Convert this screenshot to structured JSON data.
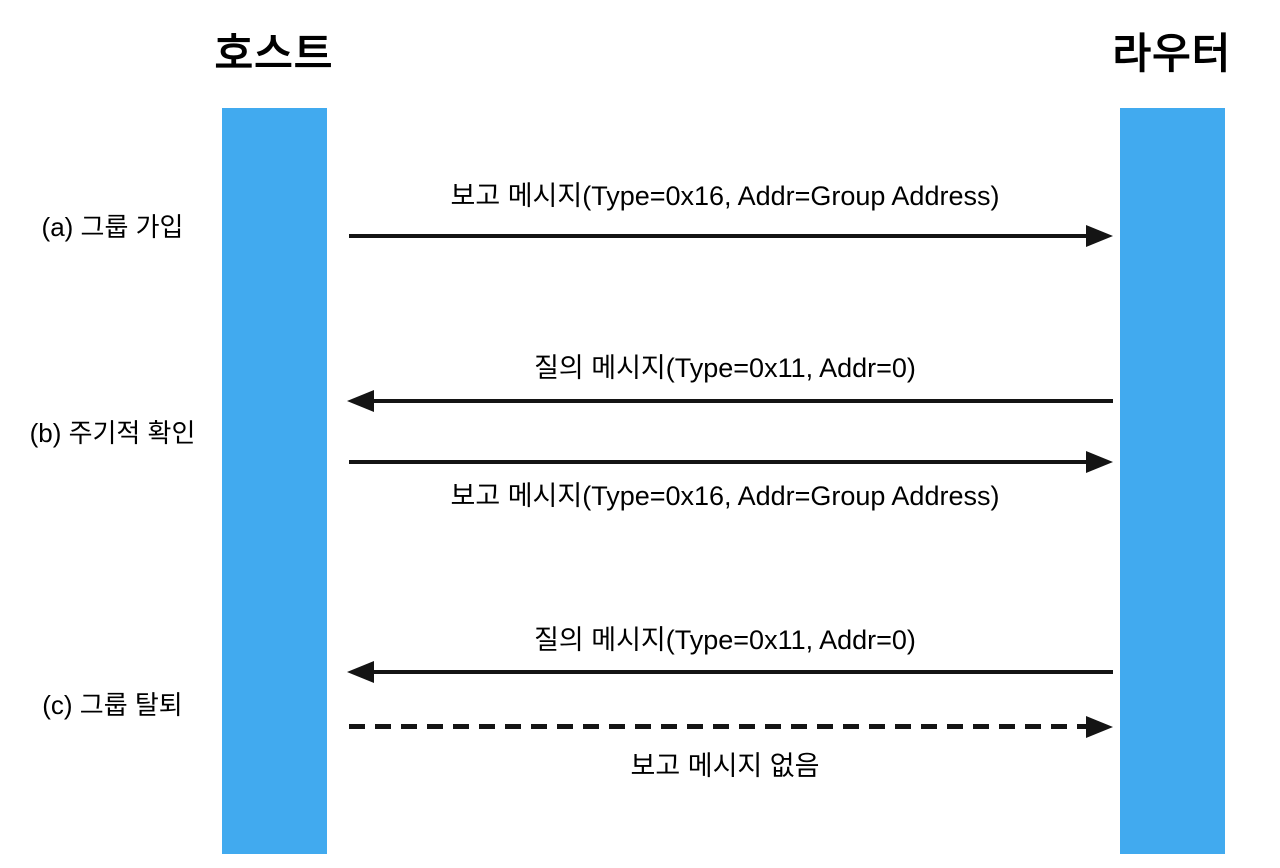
{
  "diagram": {
    "title_context": "IGMP host-router message exchange sequence",
    "actors": {
      "left": {
        "name": "호스트"
      },
      "right": {
        "name": "라우터"
      }
    },
    "steps": [
      {
        "id": "a",
        "label": "(a) 그룹 가입"
      },
      {
        "id": "b",
        "label": "(b) 주기적 확인"
      },
      {
        "id": "c",
        "label": "(c) 그룹 탈퇴"
      }
    ],
    "messages": [
      {
        "text": "보고 메시지(Type=0x16, Addr=Group Address)",
        "from": "host",
        "to": "router",
        "direction": "right",
        "line_style": "solid",
        "label_position": "above"
      },
      {
        "text": "질의 메시지(Type=0x11, Addr=0)",
        "from": "router",
        "to": "host",
        "direction": "left",
        "line_style": "solid",
        "label_position": "above"
      },
      {
        "text": "보고 메시지(Type=0x16, Addr=Group Address)",
        "from": "host",
        "to": "router",
        "direction": "right",
        "line_style": "solid",
        "label_position": "below"
      },
      {
        "text": "질의 메시지(Type=0x11, Addr=0)",
        "from": "router",
        "to": "host",
        "direction": "left",
        "line_style": "solid",
        "label_position": "above"
      },
      {
        "text": "보고 메시지 없음",
        "from": "host",
        "to": "router",
        "direction": "right",
        "line_style": "dashed",
        "label_position": "below"
      }
    ],
    "colors": {
      "lifeline_blue": "#41aaef",
      "arrow_black": "#141414",
      "background": "#ffffff",
      "text": "#000000"
    }
  }
}
